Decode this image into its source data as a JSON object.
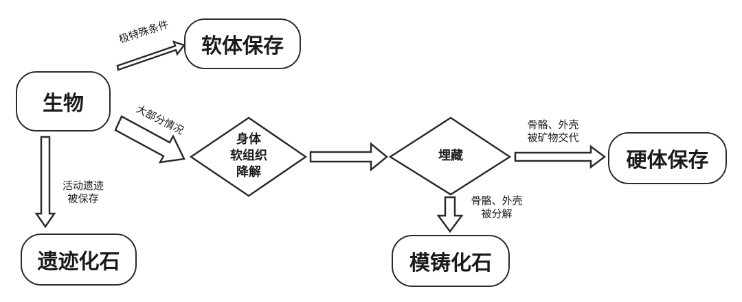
{
  "nodes": {
    "organism": "生物",
    "soft_preservation": "软体保存",
    "trace_fossil": "遗迹化石",
    "soft_tissue_decay": [
      "身体",
      "软组织",
      "降解"
    ],
    "burial": "埋藏",
    "hard_preservation": "硬体保存",
    "mold_cast_fossil": "模铸化石"
  },
  "edge_labels": {
    "very_special": "极特殊条件",
    "most_cases": "大部分情况",
    "trace_preserved": [
      "活动遗迹",
      "被保存"
    ],
    "bones_mineral": [
      "骨骼、外壳",
      "被矿物交代"
    ],
    "bones_decomposed": [
      "骨骼、外壳",
      "被分解"
    ]
  }
}
